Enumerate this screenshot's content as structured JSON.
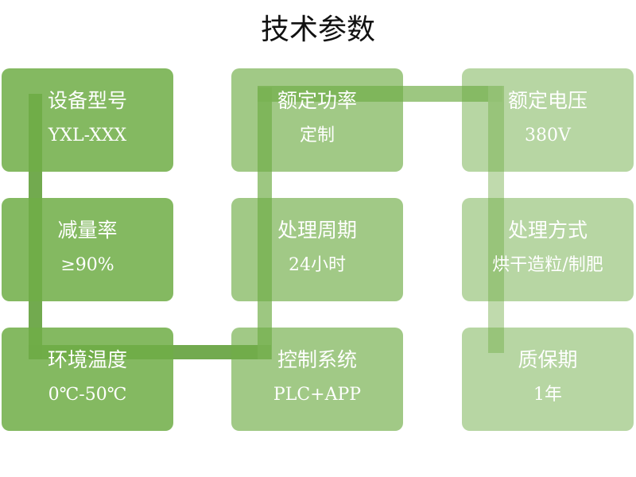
{
  "title": "技术参数",
  "colors": {
    "accent": "#70AD47",
    "card_dark": "#70AD47",
    "card_mid": "#9FC87F",
    "card_light": "#B9D6A4",
    "text": "#FFFFFF",
    "title_text": "#111111"
  },
  "cards": [
    {
      "label": "设备型号",
      "value": "YXL-XXX"
    },
    {
      "label": "减量率",
      "value": "≥90%"
    },
    {
      "label": "环境温度",
      "value": "0℃-50℃"
    },
    {
      "label": "额定功率",
      "value": "定制"
    },
    {
      "label": "处理周期",
      "value": "24小时"
    },
    {
      "label": "控制系统",
      "value": "PLC+APP"
    },
    {
      "label": "额定电压",
      "value": "380V"
    },
    {
      "label": "处理方式",
      "value": "烘干造粒/制肥"
    },
    {
      "label": "质保期",
      "value": "1年"
    }
  ]
}
